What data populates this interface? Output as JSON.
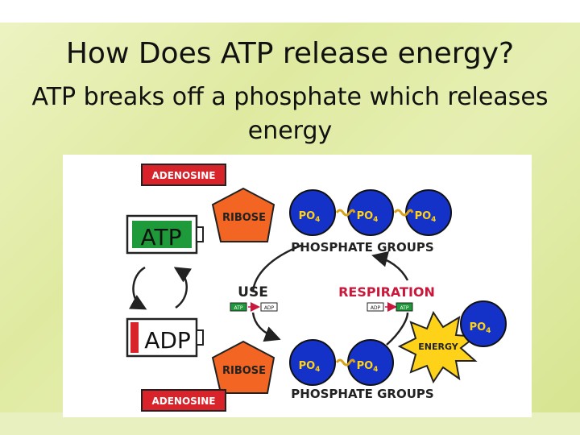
{
  "slide": {
    "title": "How Does ATP release energy?",
    "subtitle_line1": "ATP  breaks off a phosphate which releases",
    "subtitle_line2": "energy"
  },
  "diagram": {
    "adenosine_label": "ADENOSINE",
    "ribose_label": "RIBOSE",
    "phosphate_label": "PO",
    "phosphate_sub": "4",
    "phosphate_groups_label": "PHOSPHATE GROUPS",
    "atp_label": "ATP",
    "adp_label": "ADP",
    "use_label": "USE",
    "respiration_label": "RESPIRATION",
    "energy_label": "ENERGY",
    "mini_atp": "ATP",
    "mini_adp": "ADP",
    "colors": {
      "adenosine": "#d8232a",
      "ribose": "#f26522",
      "phosphate": "#1532c8",
      "atp_fill": "#1f9a3a",
      "adp_fill": "#d8232a",
      "energy": "#ffd21a",
      "respiration": "#c8193c"
    }
  }
}
